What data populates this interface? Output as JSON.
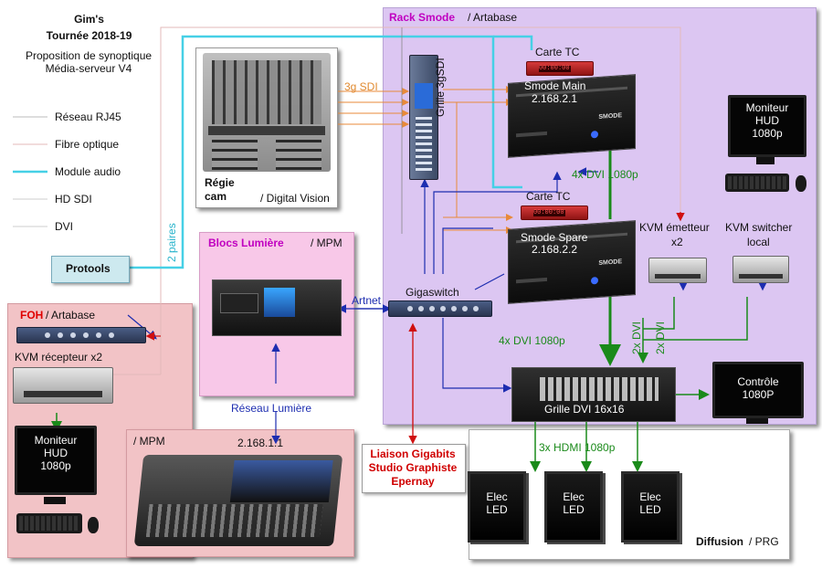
{
  "header": {
    "title": "Gim's",
    "subtitle": "Tournée 2018-19",
    "line3": "Proposition de synoptique",
    "line4": "Média-serveur V4"
  },
  "legend": [
    {
      "label": "Réseau RJ45",
      "color": "#bbbbbb"
    },
    {
      "label": "Fibre optique",
      "color": "#e3b9b9"
    },
    {
      "label": "Module audio",
      "color": "#46d0e6"
    },
    {
      "label": "HD SDI",
      "color": "#cccccc"
    },
    {
      "label": "DVI",
      "color": "#cccccc"
    }
  ],
  "regie": {
    "label": "Régie\ncam",
    "owner": "/ Digital Vision"
  },
  "rack": {
    "title": "Rack Smode",
    "owner": "/ Artabase",
    "color": "#dcc6f2",
    "title_color": "#c000c0"
  },
  "grille3g": {
    "label": "Grille 3gSDI",
    "signal": "3g SDI"
  },
  "carte_tc_1": "Carte TC",
  "carte_tc_2": "Carte TC",
  "smode_main": {
    "name": "Smode Main",
    "ip": "2.168.2.1",
    "logo": "SMODE"
  },
  "smode_spare": {
    "name": "Smode Spare",
    "ip": "2.168.2.2",
    "logo": "SMODE"
  },
  "dvi_main": "4x DVI  1080p",
  "dvi_spare": "4x DVI  1080p",
  "monitor_hud_rack": {
    "line1": "Moniteur",
    "line2": "HUD",
    "line3": "1080p"
  },
  "kvm_emetteur": {
    "line1": "KVM émetteur",
    "line2": "x2"
  },
  "kvm_switcher": {
    "line1": "KVM switcher",
    "line2": "local"
  },
  "gigaswitch": "Gigaswitch",
  "grille_dvi": "Grille DVI 16x16",
  "dvi_2x_a": "2x DVI",
  "dvi_2x_b": "2x DVI",
  "controle": {
    "line1": "Contrôle",
    "line2": "1080P"
  },
  "blocs": {
    "title": "Blocs Lumière",
    "owner": "/ MPM",
    "title_color": "#c000c0"
  },
  "artnet": "Artnet",
  "reseau_lumiere": "Réseau Lumière",
  "console": {
    "owner": "/ MPM",
    "ip": "2.168.1.1"
  },
  "protools": "Protools",
  "deux_paires": "2 paires",
  "foh": {
    "title": "FOH",
    "owner": "/ Artabase",
    "title_color": "#e00000"
  },
  "kvm_recepteur": "KVM récepteur x2",
  "monitor_hud_foh": {
    "line1": "Moniteur",
    "line2": "HUD",
    "line3": "1080p"
  },
  "liaison": {
    "line1": "Liaison Gigabits",
    "line2": "Studio Graphiste",
    "line3": "Epernay",
    "color": "#d00000"
  },
  "diffusion": {
    "title": "Diffusion",
    "owner": "/ PRG",
    "hdmi": "3x HDMI 1080p"
  },
  "elec_led": [
    {
      "line1": "Elec",
      "line2": "LED"
    },
    {
      "line1": "Elec",
      "line2": "LED"
    },
    {
      "line1": "Elec",
      "line2": "LED"
    }
  ]
}
